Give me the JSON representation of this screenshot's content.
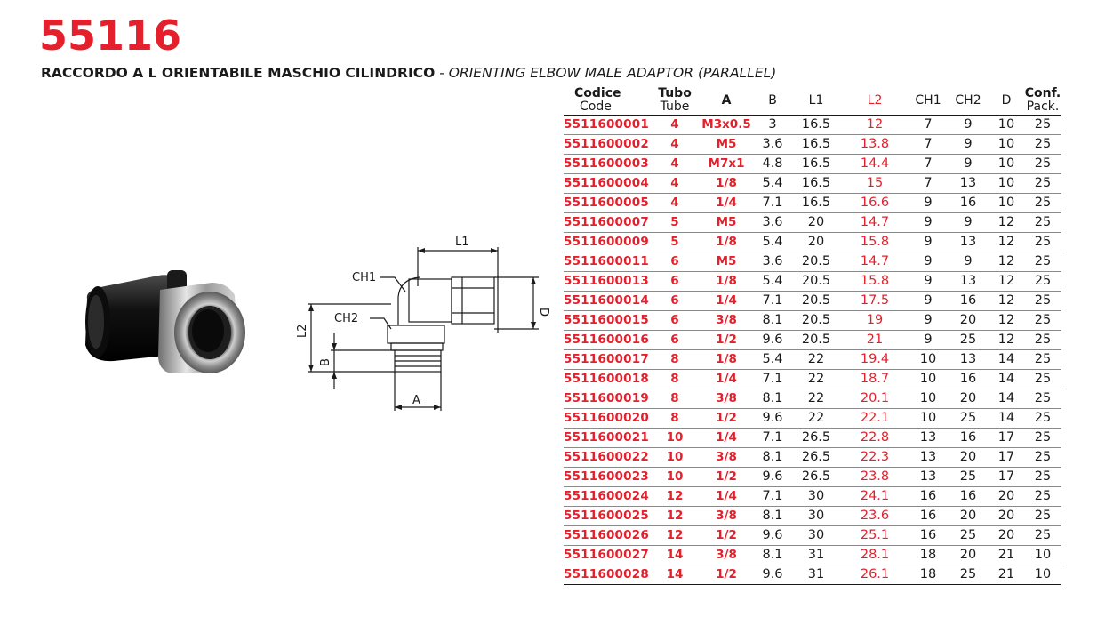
{
  "title": {
    "code": "55116",
    "it_text": "RACCORDO A L ORIENTABILE MASCHIO CILINDRICO",
    "separator": " - ",
    "en_text": "ORIENTING ELBOW MALE ADAPTOR (PARALLEL)"
  },
  "drawing_labels": {
    "l1": "L1",
    "ch1": "CH1",
    "ch2": "CH2",
    "l2": "L2",
    "b": "B",
    "d": "D",
    "a": "A"
  },
  "table": {
    "headers": {
      "code": [
        "Codice",
        "Code"
      ],
      "tube": [
        "Tubo",
        "Tube"
      ],
      "a": "A",
      "b": "B",
      "l1": "L1",
      "l2": "L2",
      "ch1": "CH1",
      "ch2": "CH2",
      "d": "D",
      "pack": [
        "Conf.",
        "Pack."
      ]
    },
    "rows": [
      [
        "5511600001",
        "4",
        "M3x0.5",
        "3",
        "16.5",
        "12",
        "7",
        "9",
        "10",
        "25"
      ],
      [
        "5511600002",
        "4",
        "M5",
        "3.6",
        "16.5",
        "13.8",
        "7",
        "9",
        "10",
        "25"
      ],
      [
        "5511600003",
        "4",
        "M7x1",
        "4.8",
        "16.5",
        "14.4",
        "7",
        "9",
        "10",
        "25"
      ],
      [
        "5511600004",
        "4",
        "1/8",
        "5.4",
        "16.5",
        "15",
        "7",
        "13",
        "10",
        "25"
      ],
      [
        "5511600005",
        "4",
        "1/4",
        "7.1",
        "16.5",
        "16.6",
        "9",
        "16",
        "10",
        "25"
      ],
      [
        "5511600007",
        "5",
        "M5",
        "3.6",
        "20",
        "14.7",
        "9",
        "9",
        "12",
        "25"
      ],
      [
        "5511600009",
        "5",
        "1/8",
        "5.4",
        "20",
        "15.8",
        "9",
        "13",
        "12",
        "25"
      ],
      [
        "5511600011",
        "6",
        "M5",
        "3.6",
        "20.5",
        "14.7",
        "9",
        "9",
        "12",
        "25"
      ],
      [
        "5511600013",
        "6",
        "1/8",
        "5.4",
        "20.5",
        "15.8",
        "9",
        "13",
        "12",
        "25"
      ],
      [
        "5511600014",
        "6",
        "1/4",
        "7.1",
        "20.5",
        "17.5",
        "9",
        "16",
        "12",
        "25"
      ],
      [
        "5511600015",
        "6",
        "3/8",
        "8.1",
        "20.5",
        "19",
        "9",
        "20",
        "12",
        "25"
      ],
      [
        "5511600016",
        "6",
        "1/2",
        "9.6",
        "20.5",
        "21",
        "9",
        "25",
        "12",
        "25"
      ],
      [
        "5511600017",
        "8",
        "1/8",
        "5.4",
        "22",
        "19.4",
        "10",
        "13",
        "14",
        "25"
      ],
      [
        "5511600018",
        "8",
        "1/4",
        "7.1",
        "22",
        "18.7",
        "10",
        "16",
        "14",
        "25"
      ],
      [
        "5511600019",
        "8",
        "3/8",
        "8.1",
        "22",
        "20.1",
        "10",
        "20",
        "14",
        "25"
      ],
      [
        "5511600020",
        "8",
        "1/2",
        "9.6",
        "22",
        "22.1",
        "10",
        "25",
        "14",
        "25"
      ],
      [
        "5511600021",
        "10",
        "1/4",
        "7.1",
        "26.5",
        "22.8",
        "13",
        "16",
        "17",
        "25"
      ],
      [
        "5511600022",
        "10",
        "3/8",
        "8.1",
        "26.5",
        "22.3",
        "13",
        "20",
        "17",
        "25"
      ],
      [
        "5511600023",
        "10",
        "1/2",
        "9.6",
        "26.5",
        "23.8",
        "13",
        "25",
        "17",
        "25"
      ],
      [
        "5511600024",
        "12",
        "1/4",
        "7.1",
        "30",
        "24.1",
        "16",
        "16",
        "20",
        "25"
      ],
      [
        "5511600025",
        "12",
        "3/8",
        "8.1",
        "30",
        "23.6",
        "16",
        "20",
        "20",
        "25"
      ],
      [
        "5511600026",
        "12",
        "1/2",
        "9.6",
        "30",
        "25.1",
        "16",
        "25",
        "20",
        "25"
      ],
      [
        "5511600027",
        "14",
        "3/8",
        "8.1",
        "31",
        "28.1",
        "18",
        "20",
        "21",
        "10"
      ],
      [
        "5511600028",
        "14",
        "1/2",
        "9.6",
        "31",
        "26.1",
        "18",
        "25",
        "21",
        "10"
      ]
    ]
  },
  "colors": {
    "accent": "#e3202b",
    "text": "#1a1a1a"
  }
}
